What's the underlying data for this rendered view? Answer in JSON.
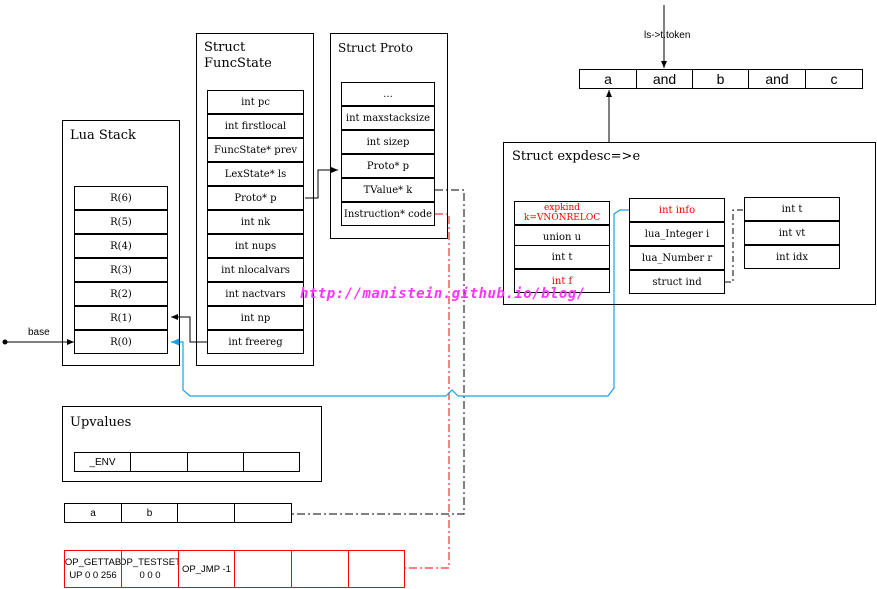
{
  "lua_stack": {
    "title": "Lua Stack",
    "slots": [
      "R(6)",
      "R(5)",
      "R(4)",
      "R(3)",
      "R(2)",
      "R(1)",
      "R(0)"
    ],
    "base_label": "base"
  },
  "funcstate": {
    "title": "Struct\nFuncState",
    "fields": [
      "int pc",
      "int firstlocal",
      "FuncState* prev",
      "LexState* ls",
      "Proto* p",
      "int nk",
      "int nups",
      "int nlocalvars",
      "int nactvars",
      "int np",
      "int freereg"
    ]
  },
  "proto": {
    "title": "Struct Proto",
    "fields": [
      "...",
      "int maxstacksize",
      "int sizep",
      "Proto* p",
      "TValue* k",
      "Instruction* code"
    ]
  },
  "tokens": {
    "label": "ls->t.token",
    "items": [
      "a",
      "and",
      "b",
      "and",
      "c"
    ]
  },
  "expdesc": {
    "title": "Struct expdesc=>e",
    "col1": [
      "expkind\nk=VNONRELOC",
      "union u",
      "int t",
      "int f"
    ],
    "col2": [
      "int info",
      "lua_Integer i",
      "lua_Number r",
      "struct ind"
    ],
    "col3": [
      "int t",
      "int vt",
      "int idx"
    ]
  },
  "upvalues": {
    "title": "Upvalues",
    "cells": [
      "_ENV",
      "",
      "",
      ""
    ]
  },
  "constants": {
    "cells": [
      "a",
      "b",
      "",
      ""
    ]
  },
  "code": {
    "cells": [
      "OP_GETTAB\nUP 0 0 256",
      "OP_TESTSET\n0 0 0",
      "OP_JMP -1",
      "",
      "",
      ""
    ]
  },
  "watermark": "http://manistein.github.io/blog/",
  "colors": {
    "red": "#ff0000",
    "blue": "#1ba1e2",
    "magenta": "#ff33ff"
  }
}
